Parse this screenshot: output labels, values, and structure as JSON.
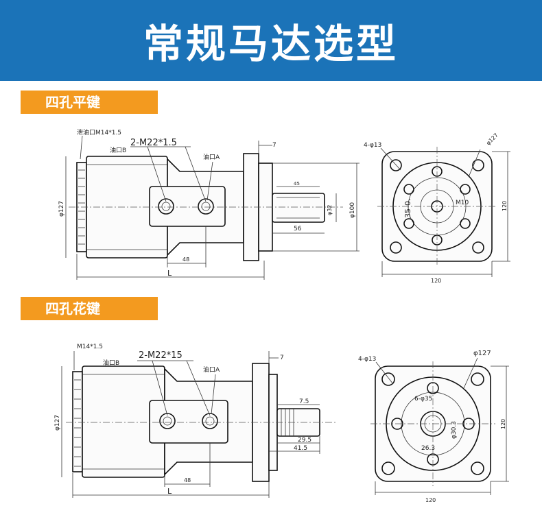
{
  "header": {
    "title": "常规马达选型"
  },
  "sections": [
    {
      "label": "四孔平键",
      "side_view": {
        "drain_label": "泄油口M14*1.5",
        "port_thread_label": "2-M22*1.5",
        "port_b_label": "油口B",
        "port_a_label": "油口A",
        "dim_flange_thickness": "7",
        "dim_key_length": "45",
        "dim_shaft_length": "56",
        "dim_shaft_diameter": "φ32",
        "dim_pilot_diameter": "φ100",
        "dim_body_diameter": "φ127",
        "dim_port_offset": "48",
        "dim_total_length": "L"
      },
      "front_view": {
        "bolt_holes_label": "4-φ13",
        "circle_diameter_label": "φ127",
        "thread_label": "M10",
        "key_label": "35-0.",
        "width_label": "120",
        "height_label": "120"
      }
    },
    {
      "label": "四孔花键",
      "side_view": {
        "drain_label": "M14*1.5",
        "port_thread_label": "2-M22*15",
        "port_b_label": "油口B",
        "port_a_label": "油口A",
        "dim_flange_thickness": "7",
        "dim_spline_length": "7.5",
        "dim_shaft_length": "29.5",
        "dim_shaft_total": "41.5",
        "dim_body_diameter": "φ127",
        "dim_port_offset": "48",
        "dim_total_length": "L"
      },
      "front_view": {
        "bolt_holes_label": "4-φ13",
        "circle_diameter_label": "φ127",
        "spline_label_1": "6-φ35",
        "spline_label_2": "φ30.3",
        "spline_label_3": "26.3",
        "width_label": "120",
        "height_label": "120"
      }
    }
  ]
}
